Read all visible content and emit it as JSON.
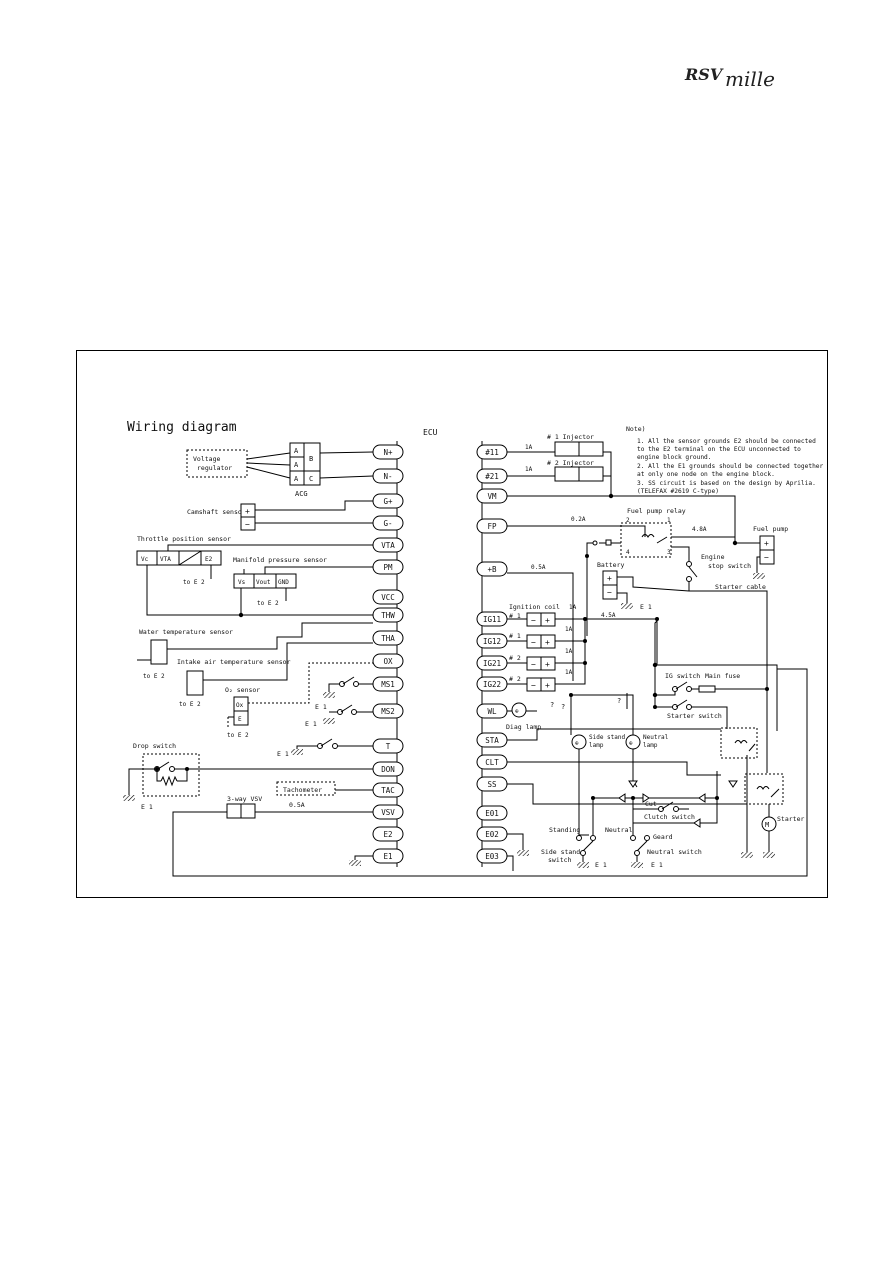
{
  "header": {
    "logo_main": "RSV",
    "logo_sub": "mille"
  },
  "diagram": {
    "title": "Wiring diagram",
    "ecu_label": "ECU",
    "left_pins": [
      "N+",
      "N-",
      "G+",
      "G-",
      "VTA",
      "PM",
      "VCC",
      "THW",
      "THA",
      "OX",
      "MS1",
      "MS2",
      "T",
      "DON",
      "TAC",
      "VSV",
      "E2",
      "E1"
    ],
    "right_pins": [
      "#11",
      "#21",
      "VM",
      "FP",
      "+B",
      "IG11",
      "IG12",
      "IG21",
      "IG22",
      "WL",
      "STA",
      "CLT",
      "SS",
      "E01",
      "E02",
      "E03"
    ],
    "notes": {
      "heading": "Note)",
      "lines": [
        "1. All the sensor grounds E2 should be connected",
        "   to the E2 terminal on the ECU unconnected to",
        "   engine block ground.",
        "2. All the E1 grounds should be connected together",
        "   at only one node on the engine block.",
        "3. SS circuit is based on the design by Aprilia.",
        "   (TELEFAX #2619 C-type)"
      ]
    },
    "left_components": {
      "voltage_regulator": [
        "Voltage",
        "regulator"
      ],
      "acg": "ACG",
      "acg_terminals": [
        "A",
        "A",
        "A",
        "B",
        "C"
      ],
      "camshaft_sensor": "Camshaft sensor",
      "throttle_sensor": "Throttle position sensor",
      "throttle_cells": [
        "Vc",
        "VTA",
        "E2"
      ],
      "manifold_sensor": "Manifold pressure sensor",
      "manifold_cells": [
        "Vs",
        "Vout",
        "GND"
      ],
      "to_e2": "to E 2",
      "water_temp": "Water temperature sensor",
      "intake_temp": "Intake air temperature sensor",
      "o2_sensor": "O₂ sensor",
      "o2_cells": [
        "Ox",
        "E"
      ],
      "e1": "E 1",
      "drop_switch": "Drop switch",
      "tachometer": "Tachometer",
      "vsv": "3-way VSV",
      "vsv_current": "0.5A"
    },
    "right_components": {
      "injector_1": "# 1 Injector",
      "injector_2": "# 2 Injector",
      "inj_current": "1A",
      "fp_current": "0.2A",
      "fuel_pump_relay": "Fuel pump relay",
      "relay_terminals": [
        "2",
        "1",
        "4",
        "3"
      ],
      "pump_current": "4.8A",
      "fuel_pump": "Fuel pump",
      "engine_stop": [
        "Engine",
        "stop switch"
      ],
      "b_current": "0.5A",
      "battery": "Battery",
      "starter_cable": "Starter cable",
      "ignition_coil": "Ignition coil",
      "coil_labels": [
        "# 1",
        "# 1",
        "# 2",
        "# 2"
      ],
      "coil_current": "1A",
      "main_current": "4.5A",
      "diag_lamp": "Diag lamp",
      "question": "?",
      "ig_switch": "IG switch",
      "main_fuse": "Main fuse",
      "starter_switch": "Starter switch",
      "side_stand_lamp": [
        "Side stand",
        "lamp"
      ],
      "neutral_lamp": [
        "Neutral",
        "lamp"
      ],
      "cut": "Cut",
      "clutch_switch": "Clutch switch",
      "standing": "Standing",
      "neutral": "Neutral",
      "geard": "Geard",
      "side_stand_switch": [
        "Side stand",
        "switch"
      ],
      "neutral_switch": "Neutral switch",
      "starter": "Starter",
      "motor": "M"
    }
  }
}
